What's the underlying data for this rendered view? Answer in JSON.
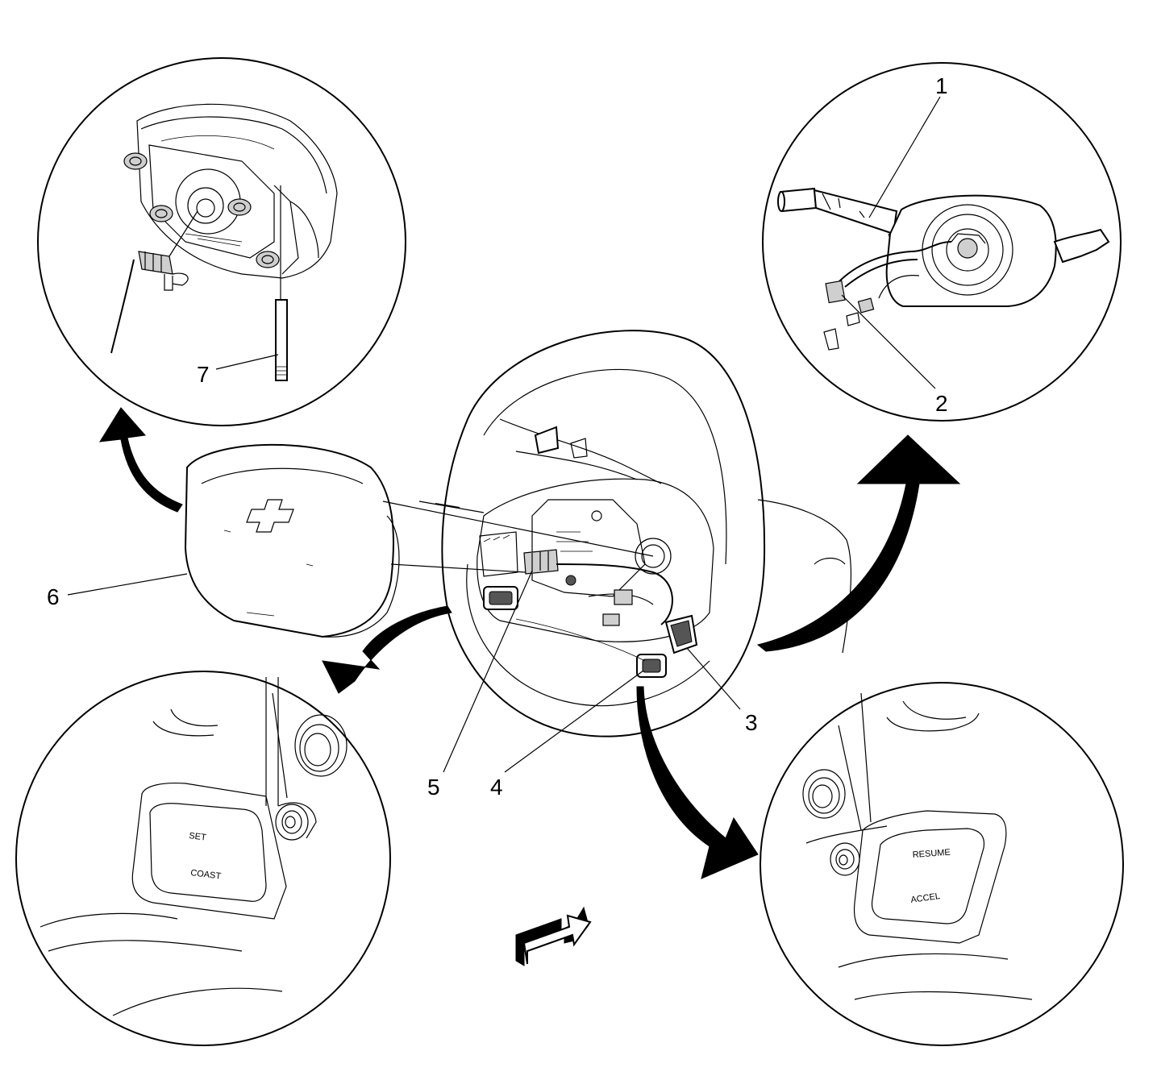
{
  "callouts": {
    "c1": "1",
    "c2": "2",
    "c3": "3",
    "c4": "4",
    "c5": "5",
    "c6": "6",
    "c7": "7"
  },
  "buttons": {
    "set": "SET",
    "coast": "COAST",
    "resume": "RESUME",
    "accel": "ACCEL"
  },
  "colors": {
    "line": "#000000",
    "background": "#ffffff"
  }
}
